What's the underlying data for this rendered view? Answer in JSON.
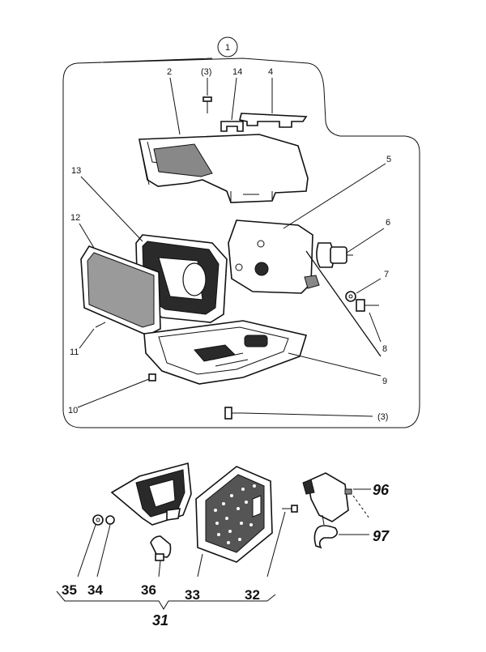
{
  "assembly": {
    "id": "1",
    "labels": {
      "l2": "2",
      "l3a": "(3)",
      "l14": "14",
      "l4": "4",
      "l5": "5",
      "l13": "13",
      "l12": "12",
      "l6": "6",
      "l7": "7",
      "l8": "8",
      "l9": "9",
      "l11": "11",
      "l10": "10",
      "l3b": "(3)"
    }
  },
  "kit": {
    "labels": {
      "l35": "35",
      "l34": "34",
      "l36": "36",
      "l33": "33",
      "l32": "32",
      "l31": "31",
      "l96": "96",
      "l97": "97"
    }
  }
}
